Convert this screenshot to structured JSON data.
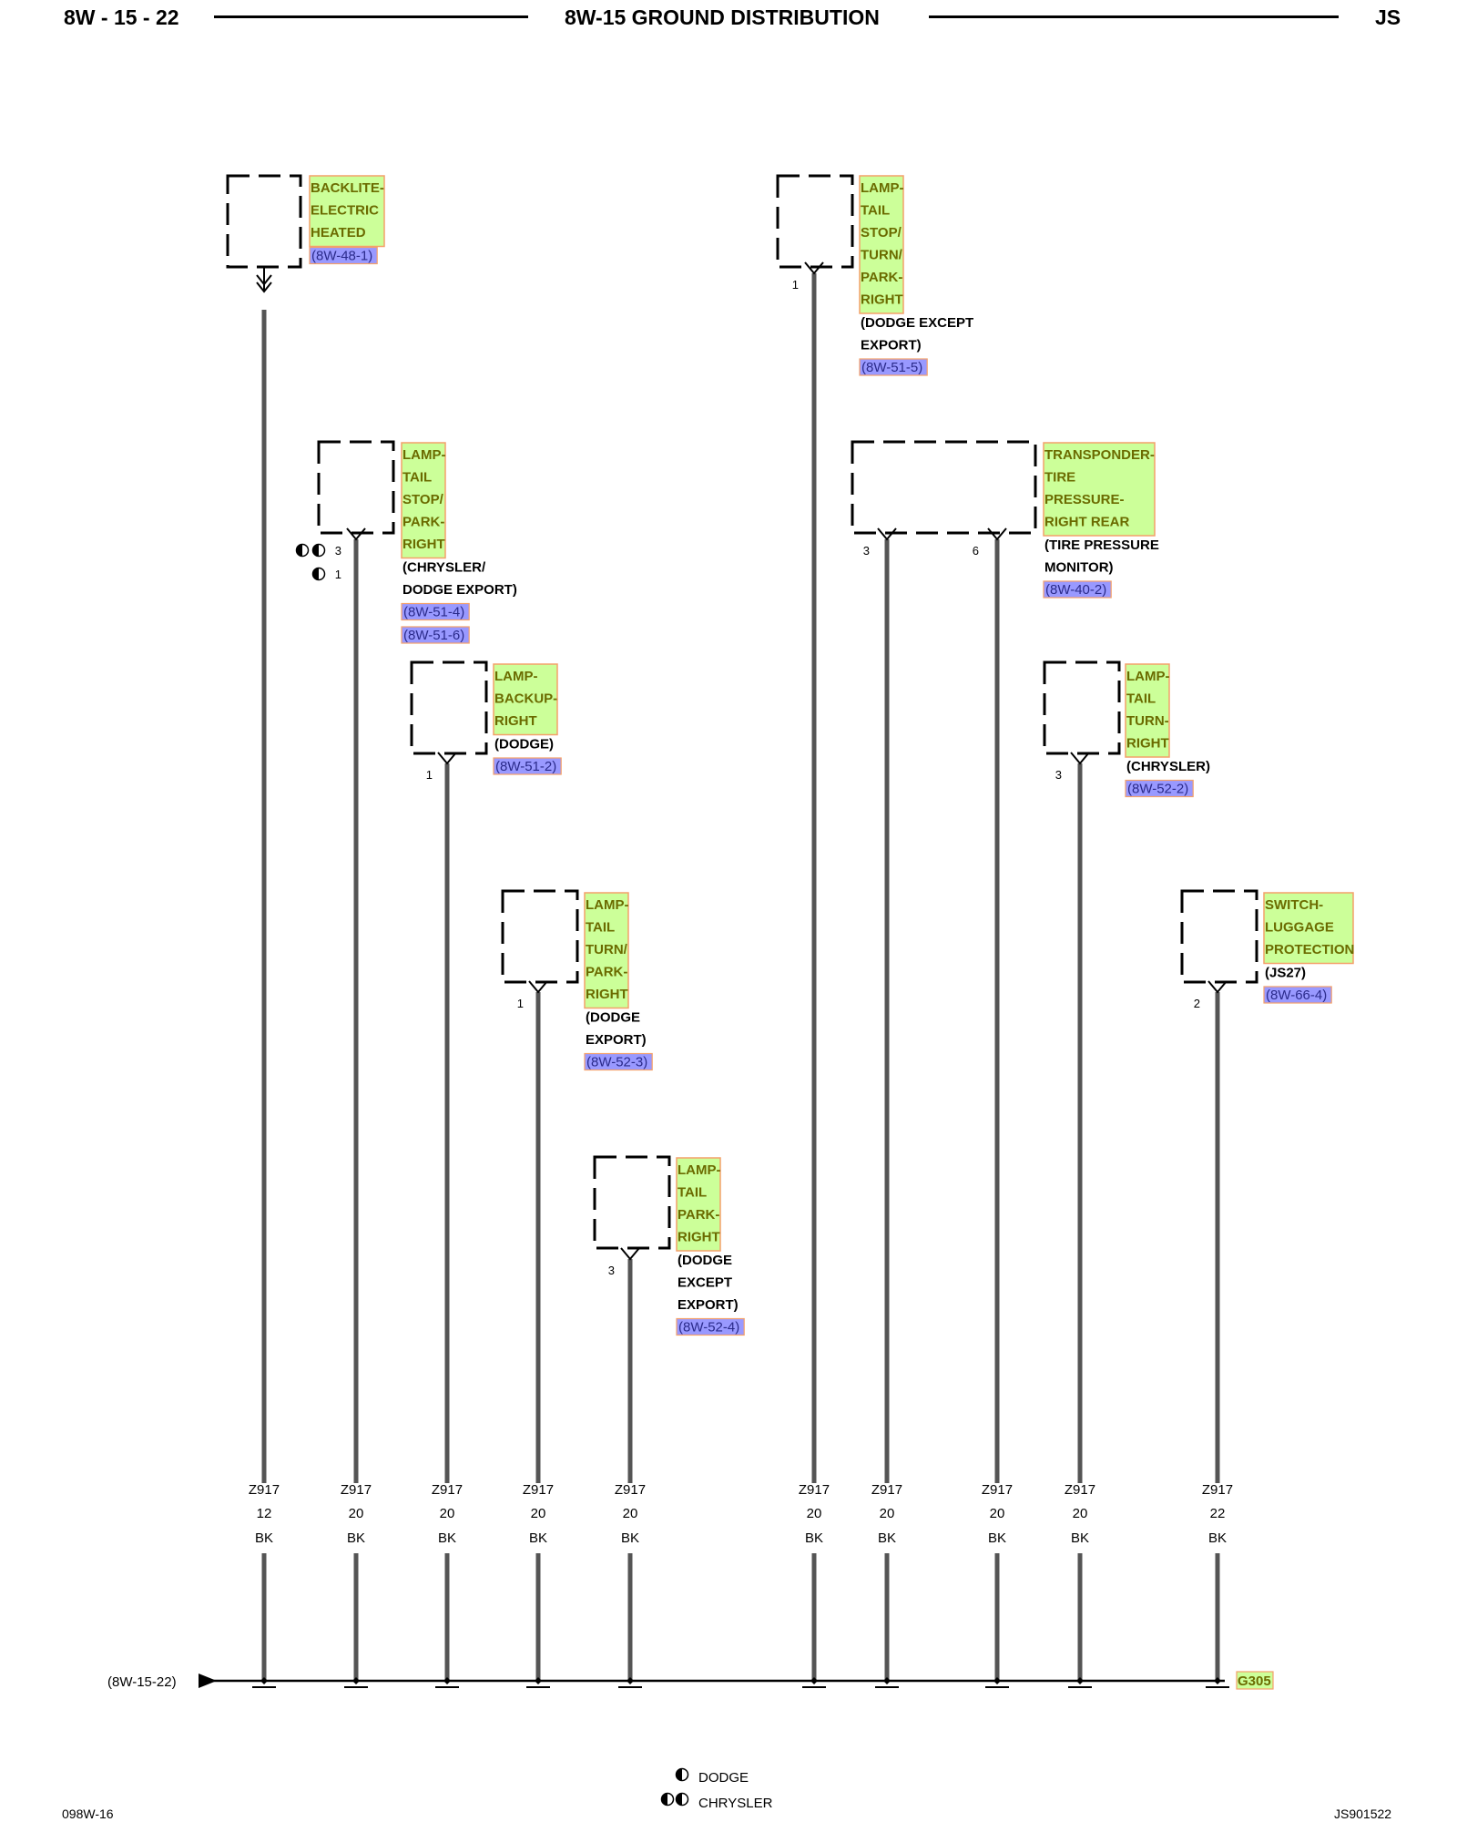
{
  "header": {
    "left": "8W - 15 - 22",
    "title": "8W-15 GROUND DISTRIBUTION",
    "right": "JS"
  },
  "footer": {
    "left": "098W-16",
    "right": "JS901522"
  },
  "legend": [
    {
      "symbol": "half",
      "label": "DODGE"
    },
    {
      "symbol": "double",
      "label": "CHRYSLER"
    }
  ],
  "ground": {
    "ref": "(8W-15-22)",
    "label": "G305"
  },
  "components": [
    {
      "id": "backlite",
      "name": [
        "BACKLITE-",
        "ELECTRIC",
        "HEATED"
      ],
      "notes": [],
      "refs": [
        "(8W-48-1)"
      ]
    },
    {
      "id": "lamp-stop-park-chrysler",
      "name": [
        "LAMP-",
        "TAIL",
        "STOP/",
        "PARK-",
        "RIGHT"
      ],
      "notes": [
        "(CHRYSLER/",
        "DODGE EXPORT)"
      ],
      "refs": [
        "(8W-51-4)",
        "(8W-51-6)"
      ]
    },
    {
      "id": "lamp-backup",
      "name": [
        "LAMP-",
        "BACKUP-",
        "RIGHT"
      ],
      "notes": [
        "(DODGE)"
      ],
      "refs": [
        "(8W-51-2)"
      ]
    },
    {
      "id": "lamp-turn-park-dodge",
      "name": [
        "LAMP-",
        "TAIL",
        "TURN/",
        "PARK-",
        "RIGHT"
      ],
      "notes": [
        "(DODGE",
        "EXPORT)"
      ],
      "refs": [
        "(8W-52-3)"
      ]
    },
    {
      "id": "lamp-park",
      "name": [
        "LAMP-",
        "TAIL",
        "PARK-",
        "RIGHT"
      ],
      "notes": [
        "(DODGE",
        "EXCEPT",
        "EXPORT)"
      ],
      "refs": [
        "(8W-52-4)"
      ]
    },
    {
      "id": "lamp-stop-turn-park",
      "name": [
        "LAMP-",
        "TAIL",
        "STOP/",
        "TURN/",
        "PARK-",
        "RIGHT"
      ],
      "notes": [
        "(DODGE EXCEPT",
        "EXPORT)"
      ],
      "refs": [
        "(8W-51-5)"
      ]
    },
    {
      "id": "transponder",
      "name": [
        "TRANSPONDER-",
        "TIRE",
        "PRESSURE-",
        "RIGHT REAR"
      ],
      "notes": [
        "(TIRE PRESSURE",
        "MONITOR)"
      ],
      "refs": [
        "(8W-40-2)"
      ]
    },
    {
      "id": "lamp-turn-chrysler",
      "name": [
        "LAMP-",
        "TAIL",
        "TURN-",
        "RIGHT"
      ],
      "notes": [
        "(CHRYSLER)"
      ],
      "refs": [
        "(8W-52-2)"
      ]
    },
    {
      "id": "switch-luggage",
      "name": [
        "SWITCH-",
        "LUGGAGE",
        "PROTECTION"
      ],
      "notes": [
        "(JS27)"
      ],
      "refs": [
        "(8W-66-4)"
      ]
    }
  ],
  "pins": [
    {
      "comp": "lamp-stop-park-chrysler",
      "lines": [
        {
          "symbol": "double",
          "pin": "3"
        },
        {
          "symbol": "half",
          "pin": "1"
        }
      ]
    },
    {
      "comp": "lamp-backup",
      "lines": [
        {
          "pin": "1"
        }
      ]
    },
    {
      "comp": "lamp-turn-park-dodge",
      "lines": [
        {
          "pin": "1"
        }
      ]
    },
    {
      "comp": "lamp-park",
      "lines": [
        {
          "pin": "3"
        }
      ]
    },
    {
      "comp": "lamp-stop-turn-park",
      "lines": [
        {
          "pin": "1"
        }
      ]
    },
    {
      "comp": "transponder",
      "lines": [
        {
          "pin": "3"
        }
      ]
    },
    {
      "comp": "transponder",
      "lines": [
        {
          "pin": "6"
        }
      ]
    },
    {
      "comp": "lamp-turn-chrysler",
      "lines": [
        {
          "pin": "3"
        }
      ]
    },
    {
      "comp": "switch-luggage",
      "lines": [
        {
          "pin": "2"
        }
      ]
    }
  ],
  "wires": [
    {
      "comp": "backlite",
      "circuit": "Z917",
      "gauge": "12",
      "color": "BK"
    },
    {
      "comp": "lamp-stop-park-chrysler",
      "circuit": "Z917",
      "gauge": "20",
      "color": "BK"
    },
    {
      "comp": "lamp-backup",
      "circuit": "Z917",
      "gauge": "20",
      "color": "BK"
    },
    {
      "comp": "lamp-turn-park-dodge",
      "circuit": "Z917",
      "gauge": "20",
      "color": "BK"
    },
    {
      "comp": "lamp-park",
      "circuit": "Z917",
      "gauge": "20",
      "color": "BK"
    },
    {
      "comp": "lamp-stop-turn-park",
      "circuit": "Z917",
      "gauge": "20",
      "color": "BK"
    },
    {
      "comp": "transponder",
      "circuit": "Z917",
      "gauge": "20",
      "color": "BK"
    },
    {
      "comp": "transponder",
      "circuit": "Z917",
      "gauge": "20",
      "color": "BK"
    },
    {
      "comp": "lamp-turn-chrysler",
      "circuit": "Z917",
      "gauge": "20",
      "color": "BK"
    },
    {
      "comp": "switch-luggage",
      "circuit": "Z917",
      "gauge": "22",
      "color": "BK"
    }
  ],
  "colors": {
    "label_fill": "#ccff99",
    "label_border": "#f4a06a",
    "label_text": "#6b6b00",
    "ref_fill": "#9999ff",
    "ref_text": "#2a2a8a",
    "wire": "#555555"
  }
}
